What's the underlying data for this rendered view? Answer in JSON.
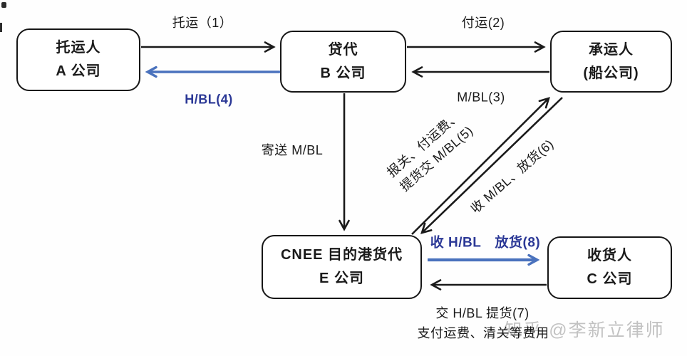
{
  "diagram": {
    "title_hint": "freight-forwarding-bl-flow",
    "colors": {
      "line_black": "#1a1a1a",
      "arrow_blue": "#4a72bd",
      "text_blue": "#2b3896",
      "watermark_gray": "#c2c2c2",
      "box_border": "#161616",
      "background": "#fefefe"
    },
    "nodes": [
      {
        "id": "shipper",
        "line1": "托运人",
        "line2": "A 公司"
      },
      {
        "id": "forwarder",
        "line1": "贷代",
        "line2": "B 公司"
      },
      {
        "id": "carrier",
        "line1": "承运人",
        "line2": "(船公司)"
      },
      {
        "id": "dest_agent",
        "line1": "CNEE 目的港货代",
        "line2": "E 公司"
      },
      {
        "id": "consignee",
        "line1": "收货人",
        "line2": "C 公司"
      }
    ],
    "labels": {
      "step1": "托运（1）",
      "step2": "付运(2)",
      "step3": "M/BL(3)",
      "step4": "H/BL(4)",
      "send_mbl": "寄送 M/BL",
      "step5_line1": "报关、付运费、",
      "step5_line2": "提货交 M/BL(5)",
      "step6": "收 M/BL、放货(6)",
      "step8": "收 H/BL　放货(8)",
      "step7": "交 H/BL 提货(7)",
      "step7_sub": "支付运费、清关等费用",
      "watermark": "知乎 @李新立律师"
    }
  }
}
